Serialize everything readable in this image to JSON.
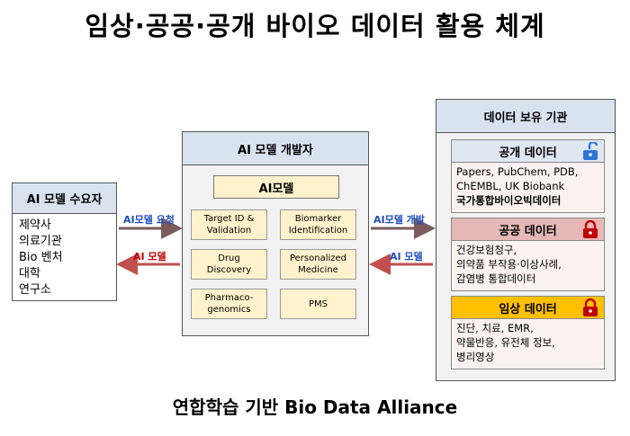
{
  "title": "임상·공공·공개 바이오 데이터 활용 체계",
  "footer": "연합학습 기반 Bio Data Alliance",
  "demand": {
    "header": "AI 모델 수요자",
    "items": [
      "제약사",
      "의료기관",
      "Bio 벤처",
      "대학",
      "연구소"
    ]
  },
  "dev": {
    "header": "AI 모델 개발자",
    "model": "AI모델",
    "cells": [
      "Target ID &\nValidation",
      "Biomarker\nIdentification",
      "Drug\nDiscovery",
      "Personalized\nMedicine",
      "Pharmaco-\ngenomics",
      "PMS"
    ]
  },
  "holder": {
    "header": "데이터 보유 기관",
    "open": {
      "header": "공개 데이터",
      "lines": [
        "Papers, PubChem, PDB,",
        "ChEMBL, UK Biobank"
      ],
      "bold_line": "국가통합바이오빅데이터"
    },
    "public": {
      "header": "공공 데이터",
      "lines": [
        "건강보험청구,",
        "의약품 부작용·이상사례,",
        "감염병 통합데이터"
      ]
    },
    "clinical": {
      "header": "임상 데이터",
      "lines": [
        "진단, 치료, EMR,",
        "약물반응, 유전체 정보,",
        "병리영상"
      ]
    }
  },
  "arrows": {
    "request": "AI모델 요청",
    "model_left": "AI 모델",
    "dev_right": "AI모델 개발",
    "model_right": "AI 모델"
  },
  "colors": {
    "blue_label": "#1f4fbf",
    "red_label": "#c00000",
    "arrow_dark": "#7a5c5c",
    "arrow_red": "#c0504d",
    "open_header": "#dfe7f3",
    "public_header": "#e6b8b7",
    "clinical_header": "#ffc000",
    "lock_blue": "#2e75d6",
    "lock_red": "#c00000"
  }
}
